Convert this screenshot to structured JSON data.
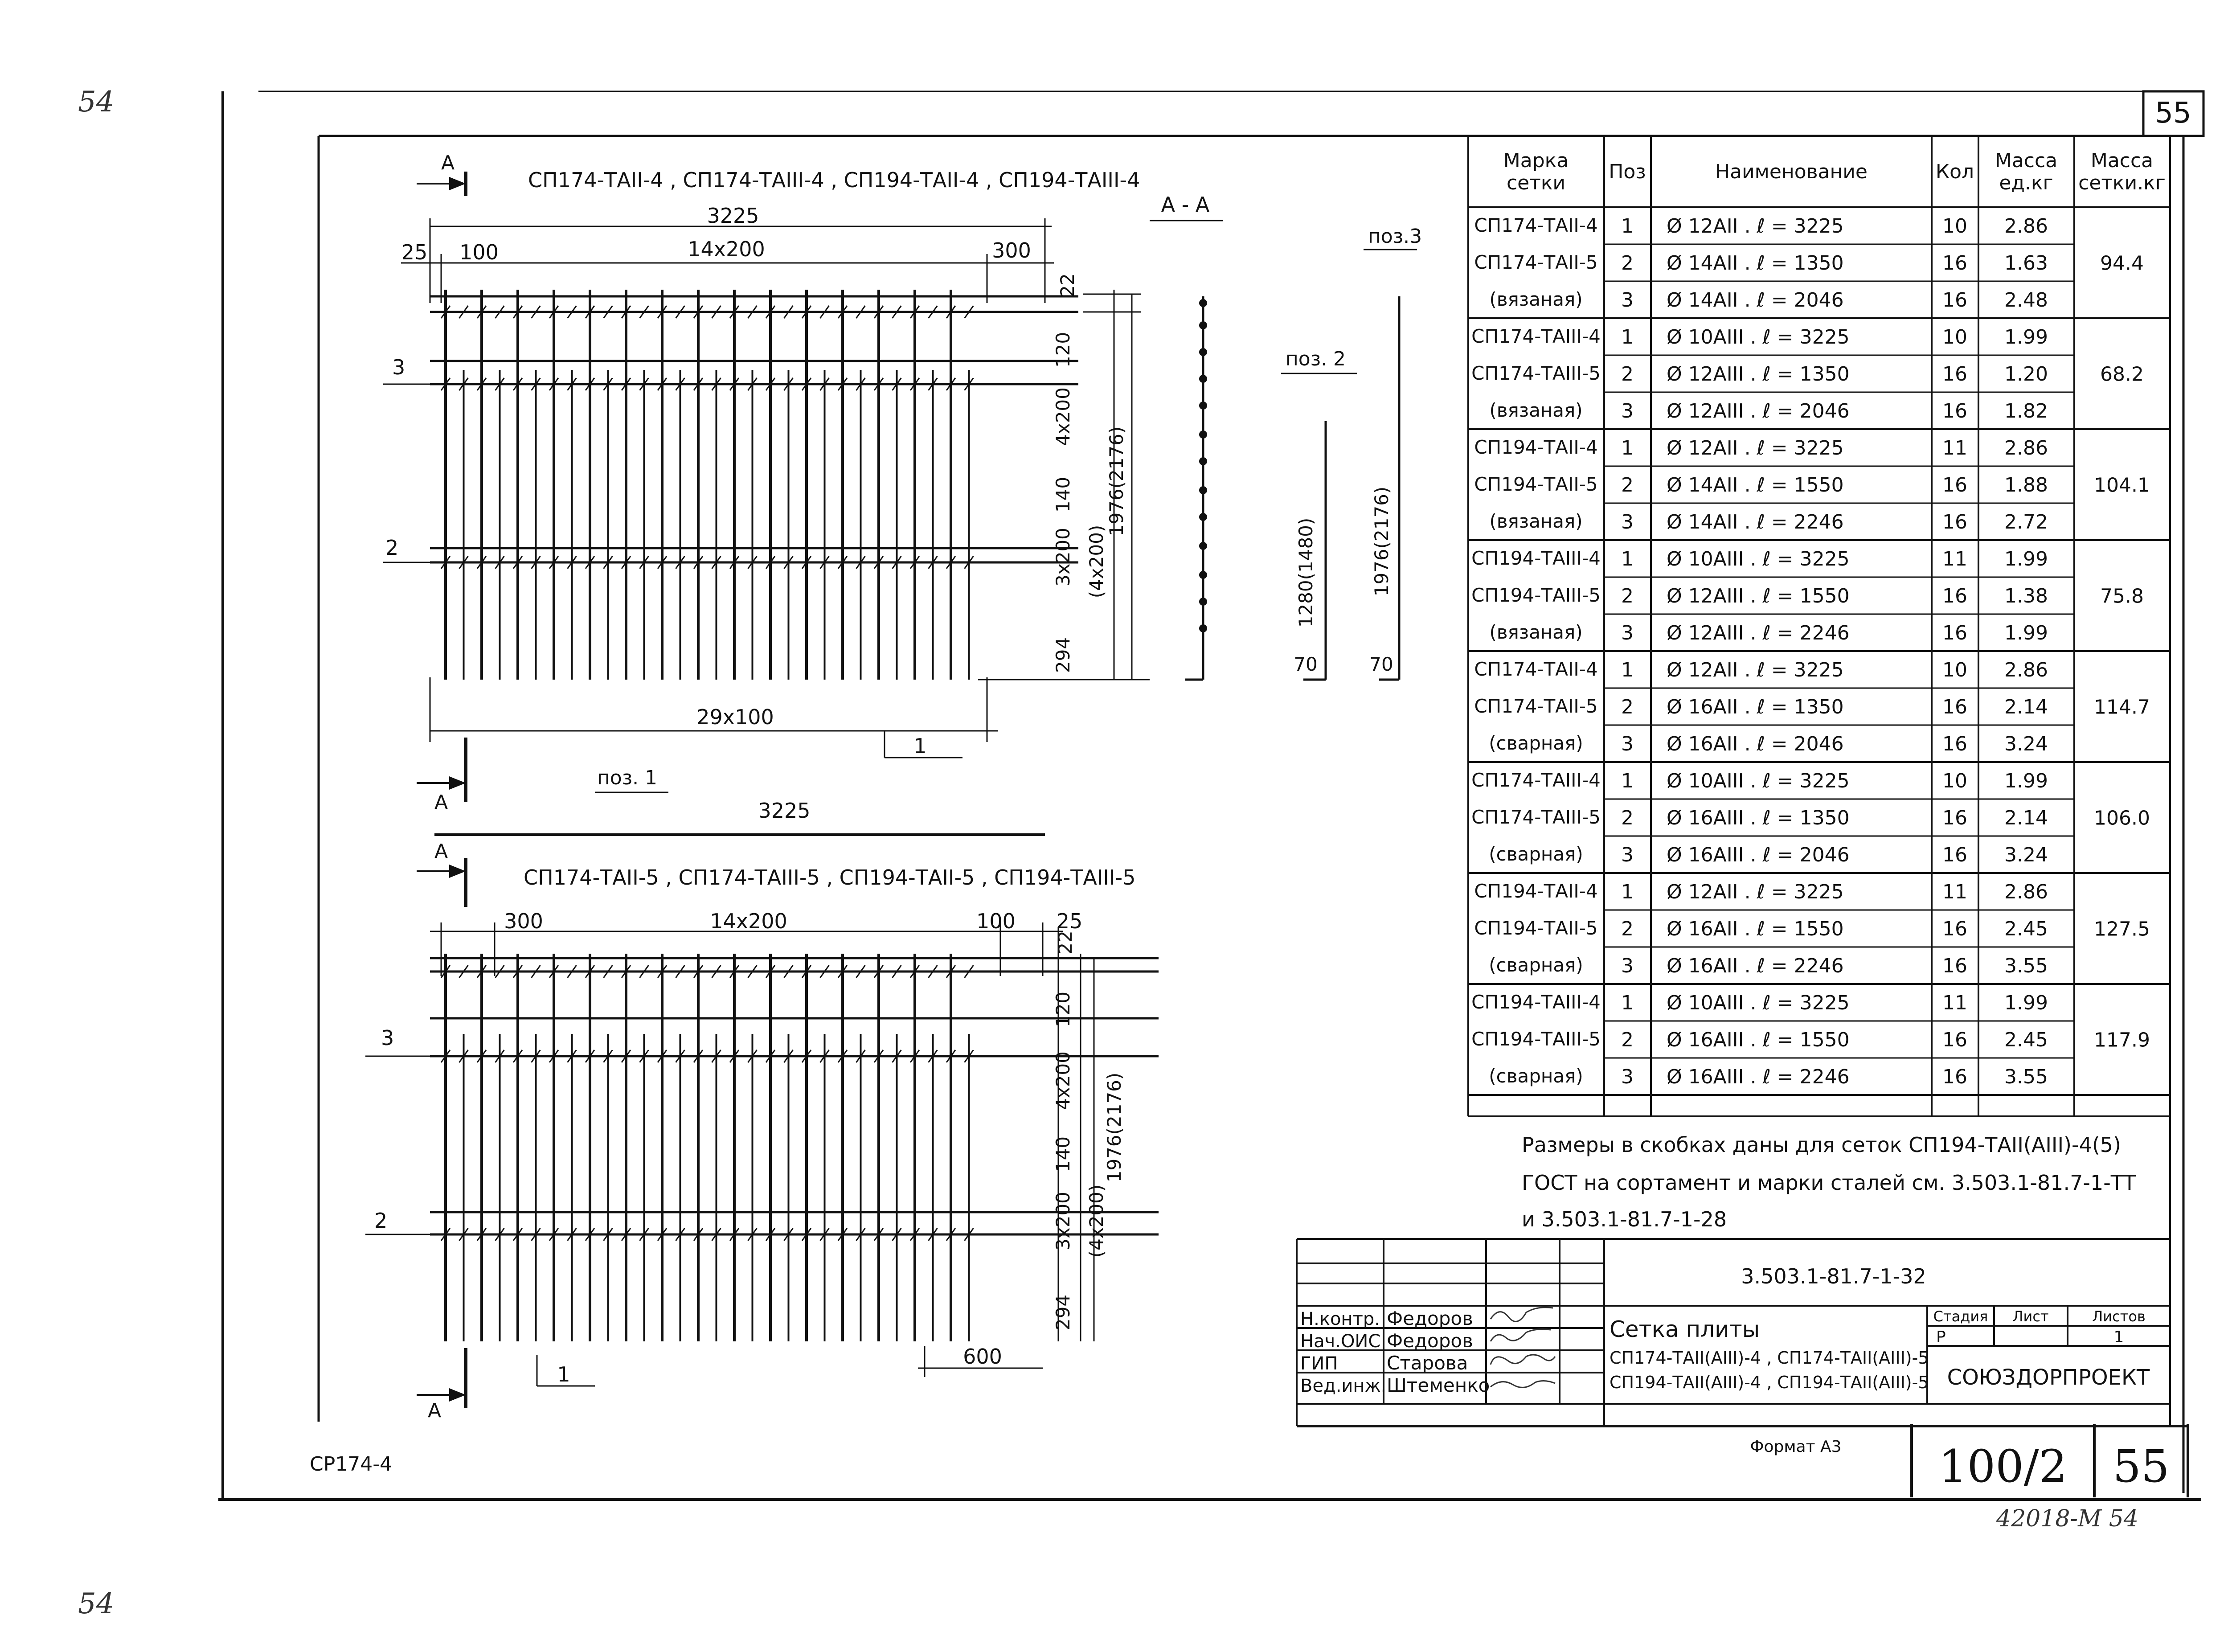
{
  "margin_marks": {
    "top_left": "54",
    "bottom_left": "54"
  },
  "sheet_number_top": "55",
  "drawing_top": {
    "title": "СП174-ТАII-4 , СП174-ТАIII-4 , СП194-ТАII-4 , СП194-ТАIII-4",
    "dim_total": "3225",
    "dim_25": "25",
    "dim_100": "100",
    "dim_bay": "14x200",
    "dim_300": "300",
    "dim_22": "22",
    "dim_120": "120",
    "dim_4x200": "4x200",
    "dim_140": "140",
    "dim_3x200": "3x200",
    "dim_4x200b": "(4x200)",
    "dim_294": "294",
    "dim_height": "1976(2176)",
    "dim_bottom": "29x100",
    "leader_1": "1",
    "leader_2": "2",
    "leader_3": "3",
    "section_a_top": "А",
    "section_a_bottom": "А"
  },
  "section_view": {
    "title": "А - А",
    "poz3": "поз.3",
    "poz2": "поз. 2",
    "poz1": "поз. 1",
    "dim_1280": "1280(1480)",
    "dim_1976": "1976(2176)",
    "dim_70a": "70",
    "dim_70b": "70",
    "dim_3225": "3225"
  },
  "drawing_bottom": {
    "title": "СП174-ТАII-5 , СП174-ТАIII-5 , СП194-ТАII-5 , СП194-ТАIII-5",
    "dim_300": "300",
    "dim_bay": "14x200",
    "dim_100": "100",
    "dim_25": "25",
    "dim_22": "22",
    "dim_120": "120",
    "dim_4x200": "4x200",
    "dim_140": "140",
    "dim_3x200": "3x200",
    "dim_4x200b": "(4x200)",
    "dim_294": "294",
    "dim_height": "1976(2176)",
    "dim_600": "600",
    "leader_1": "1",
    "leader_2": "2",
    "leader_3": "3",
    "section_a_top": "А",
    "section_a_bottom": "А"
  },
  "spec_table": {
    "headers": [
      "Марка сетки",
      "Поз",
      "Наименование",
      "Кол",
      "Масса ед.кг",
      "Масса сетки.кг"
    ],
    "header_lines": {
      "mark": [
        "Марка",
        "сетки"
      ],
      "mass_unit": [
        "Масса",
        "ед.кг"
      ],
      "mass_total": [
        "Масса",
        "сетки.кг"
      ]
    },
    "groups": [
      {
        "mark": [
          "СП174-ТАII-4",
          "СП174-ТАII-5",
          "(вязаная)"
        ],
        "total": "94.4",
        "rows": [
          {
            "pos": "1",
            "name": "Ø 12АII  .  ℓ = 3225",
            "qty": "10",
            "mass": "2.86"
          },
          {
            "pos": "2",
            "name": "Ø 14АII  .  ℓ = 1350",
            "qty": "16",
            "mass": "1.63"
          },
          {
            "pos": "3",
            "name": "Ø 14АII  .  ℓ = 2046",
            "qty": "16",
            "mass": "2.48"
          }
        ]
      },
      {
        "mark": [
          "СП174-ТАIII-4",
          "СП174-ТАIII-5",
          "(вязаная)"
        ],
        "total": "68.2",
        "rows": [
          {
            "pos": "1",
            "name": "Ø 10АIII  .  ℓ = 3225",
            "qty": "10",
            "mass": "1.99"
          },
          {
            "pos": "2",
            "name": "Ø 12АIII  .  ℓ = 1350",
            "qty": "16",
            "mass": "1.20"
          },
          {
            "pos": "3",
            "name": "Ø 12АIII  .  ℓ = 2046",
            "qty": "16",
            "mass": "1.82"
          }
        ]
      },
      {
        "mark": [
          "СП194-ТАII-4",
          "СП194-ТАII-5",
          "(вязаная)"
        ],
        "total": "104.1",
        "rows": [
          {
            "pos": "1",
            "name": "Ø 12АII  .  ℓ = 3225",
            "qty": "11",
            "mass": "2.86"
          },
          {
            "pos": "2",
            "name": "Ø 14АII  .  ℓ = 1550",
            "qty": "16",
            "mass": "1.88"
          },
          {
            "pos": "3",
            "name": "Ø 14АII  .  ℓ = 2246",
            "qty": "16",
            "mass": "2.72"
          }
        ]
      },
      {
        "mark": [
          "СП194-ТАIII-4",
          "СП194-ТАIII-5",
          "(вязаная)"
        ],
        "total": "75.8",
        "rows": [
          {
            "pos": "1",
            "name": "Ø 10АIII  .  ℓ = 3225",
            "qty": "11",
            "mass": "1.99"
          },
          {
            "pos": "2",
            "name": "Ø 12АIII  .  ℓ = 1550",
            "qty": "16",
            "mass": "1.38"
          },
          {
            "pos": "3",
            "name": "Ø 12АIII  .  ℓ = 2246",
            "qty": "16",
            "mass": "1.99"
          }
        ]
      },
      {
        "mark": [
          "СП174-ТАII-4",
          "СП174-ТАII-5",
          "(сварная)"
        ],
        "total": "114.7",
        "rows": [
          {
            "pos": "1",
            "name": "Ø 12АII  .  ℓ = 3225",
            "qty": "10",
            "mass": "2.86"
          },
          {
            "pos": "2",
            "name": "Ø 16АII  .  ℓ = 1350",
            "qty": "16",
            "mass": "2.14"
          },
          {
            "pos": "3",
            "name": "Ø 16АII  .  ℓ = 2046",
            "qty": "16",
            "mass": "3.24"
          }
        ]
      },
      {
        "mark": [
          "СП174-ТАIII-4",
          "СП174-ТАIII-5",
          "(сварная)"
        ],
        "total": "106.0",
        "rows": [
          {
            "pos": "1",
            "name": "Ø 10АIII  .  ℓ = 3225",
            "qty": "10",
            "mass": "1.99"
          },
          {
            "pos": "2",
            "name": "Ø 16АIII  .  ℓ = 1350",
            "qty": "16",
            "mass": "2.14"
          },
          {
            "pos": "3",
            "name": "Ø 16АIII  .  ℓ = 2046",
            "qty": "16",
            "mass": "3.24"
          }
        ]
      },
      {
        "mark": [
          "СП194-ТАII-4",
          "СП194-ТАII-5",
          "(сварная)"
        ],
        "total": "127.5",
        "rows": [
          {
            "pos": "1",
            "name": "Ø 12АII  .  ℓ = 3225",
            "qty": "11",
            "mass": "2.86"
          },
          {
            "pos": "2",
            "name": "Ø 16АII  .  ℓ = 1550",
            "qty": "16",
            "mass": "2.45"
          },
          {
            "pos": "3",
            "name": "Ø 16АII  .  ℓ = 2246",
            "qty": "16",
            "mass": "3.55"
          }
        ]
      },
      {
        "mark": [
          "СП194-ТАIII-4",
          "СП194-ТАIII-5",
          "(сварная)"
        ],
        "total": "117.9",
        "rows": [
          {
            "pos": "1",
            "name": "Ø 10АIII  .  ℓ = 3225",
            "qty": "11",
            "mass": "1.99"
          },
          {
            "pos": "2",
            "name": "Ø 16АIII  .  ℓ = 1550",
            "qty": "16",
            "mass": "2.45"
          },
          {
            "pos": "3",
            "name": "Ø 16АIII  .  ℓ = 2246",
            "qty": "16",
            "mass": "3.55"
          }
        ]
      }
    ]
  },
  "notes": {
    "line1": "Размеры в скобках даны для сеток СП194-ТАII(АIII)-4(5)",
    "line2": "ГОСТ на сортамент и марки сталей см. 3.503.1-81.7-1-ТТ",
    "line3": "и 3.503.1-81.7-1-28"
  },
  "title_block": {
    "doc_code": "3.503.1-81.7-1-32",
    "roles": [
      {
        "role": "Н.контр.",
        "name": "Федоров"
      },
      {
        "role": "Нач.ОИС",
        "name": "Федоров"
      },
      {
        "role": "ГИП",
        "name": "Старова"
      },
      {
        "role": "Вед.инж.",
        "name": "Штеменко"
      }
    ],
    "product_title": "Сетка плиты",
    "product_line1": "СП174-ТАII(АIII)-4 , СП174-ТАII(АIII)-5",
    "product_line2": "СП194-ТАII(АIII)-4 , СП194-ТАII(АIII)-5",
    "stage_label": "Стадия",
    "sheet_label": "Лист",
    "sheets_label": "Листов",
    "stage_value": "Р",
    "sheets_value": "1",
    "organization": "СОЮЗДОРПРОЕКТ",
    "format": "Формат А3",
    "album_number": "100/2",
    "album_sheet": "55"
  },
  "footer_left": "СР174-4",
  "handwritten_bottom": "42018-М 54"
}
